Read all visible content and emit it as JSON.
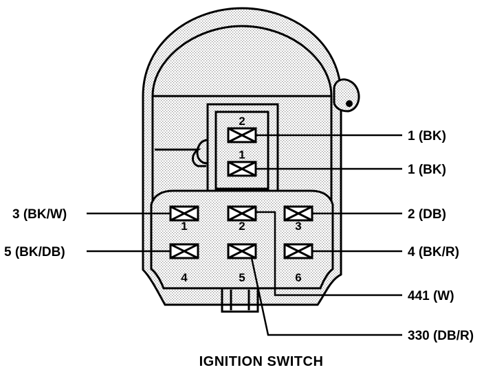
{
  "title": "IGNITION SWITCH",
  "upper_connector": {
    "cavities": [
      {
        "number": "2",
        "wire_label": "1 (BK)"
      },
      {
        "number": "1",
        "wire_label": "1 (BK)"
      }
    ]
  },
  "lower_connector": {
    "cavities": [
      {
        "number": "1",
        "wire_label": "3 (BK/W)"
      },
      {
        "number": "2",
        "wire_label": "441 (W)"
      },
      {
        "number": "3",
        "wire_label": "2 (DB)"
      },
      {
        "number": "4",
        "wire_label": "5 (BK/DB)"
      },
      {
        "number": "5",
        "wire_label": "330 (DB/R)"
      },
      {
        "number": "6",
        "wire_label": "4 (BK/R)"
      }
    ]
  },
  "colors": {
    "line": "#000000",
    "background": "#ffffff",
    "stipple": "#9a9a9a"
  }
}
